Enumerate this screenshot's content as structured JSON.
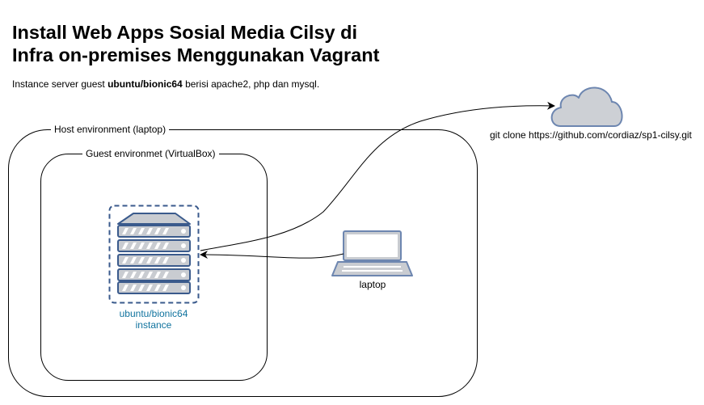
{
  "title_line1": "Install Web Apps Sosial Media Cilsy di",
  "title_line2": "Infra on-premises Menggunakan Vagrant",
  "subtitle": {
    "prefix": "Instance server guest ",
    "bold": "ubuntu/bionic64",
    "suffix": " berisi apache2, php dan mysql."
  },
  "host_label": "Host environment (laptop)",
  "guest_label": "Guest environmet (VirtualBox)",
  "server_label_line1": "ubuntu/bionic64",
  "server_label_line2": "instance",
  "laptop_label": "laptop",
  "git_label": "git clone https://github.com/cordiaz/sp1-cilsy.git",
  "colors": {
    "server_stroke": "#3a5a8c",
    "server_fill": "#c9ccd1",
    "server_label": "#10739e",
    "cloud_fill": "#cdd0d5",
    "cloud_stroke": "#6d86b0"
  },
  "icons": [
    "server-icon",
    "laptop-icon",
    "cloud-icon",
    "arrow-icon"
  ]
}
